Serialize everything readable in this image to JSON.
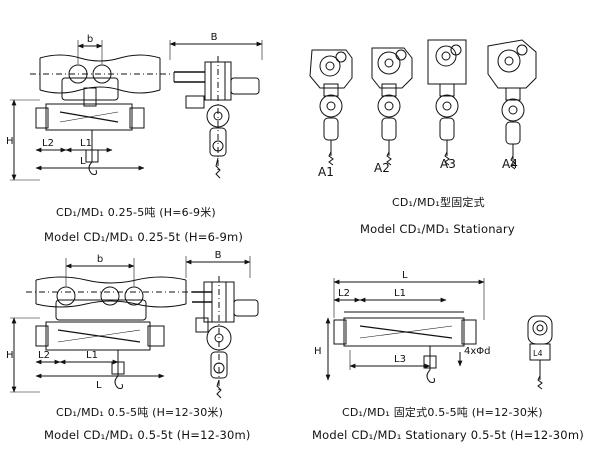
{
  "captions": {
    "q1_cn": "CD₁/MD₁ 0.25-5吨 (H=6-9米)",
    "q1_en": "Model CD₁/MD₁ 0.25-5t (H=6-9m)",
    "q2_cn": "CD₁/MD₁型固定式",
    "q2_en": "Model CD₁/MD₁ Stationary",
    "q3_cn": "CD₁/MD₁ 0.5-5吨 (H=12-30米)",
    "q3_en": "Model CD₁/MD₁ 0.5-5t (H=12-30m)",
    "q4_cn": "CD₁/MD₁ 固定式0.5-5吨 (H=12-30米)",
    "q4_en": "Model CD₁/MD₁ Stationary 0.5-5t (H=12-30m)"
  },
  "labels": {
    "b": "b",
    "B": "B",
    "H": "H",
    "L": "L",
    "L1": "L1",
    "L2": "L2",
    "L3": "L3",
    "L4": "L4",
    "holes": "4xΦd",
    "A1": "A1",
    "A2": "A2",
    "A3": "A3",
    "A4": "A4"
  }
}
